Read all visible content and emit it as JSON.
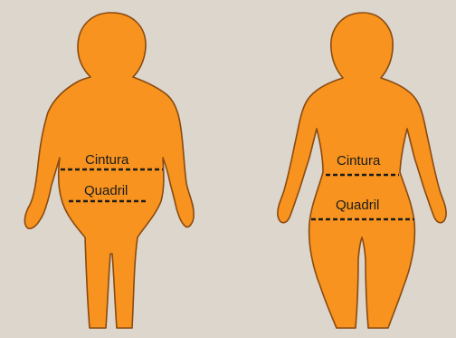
{
  "colors": {
    "background": "#ddd6cc",
    "body_fill": "#f7931e",
    "body_outline": "#8a4a10",
    "measure_line": "#1c1c1c"
  },
  "figures": [
    {
      "name": "apple-shaped figure",
      "labels": {
        "waist": "Cintura",
        "hip": "Quadril"
      }
    },
    {
      "name": "pear-shaped figure",
      "labels": {
        "waist": "Cintura",
        "hip": "Quadril"
      }
    }
  ]
}
